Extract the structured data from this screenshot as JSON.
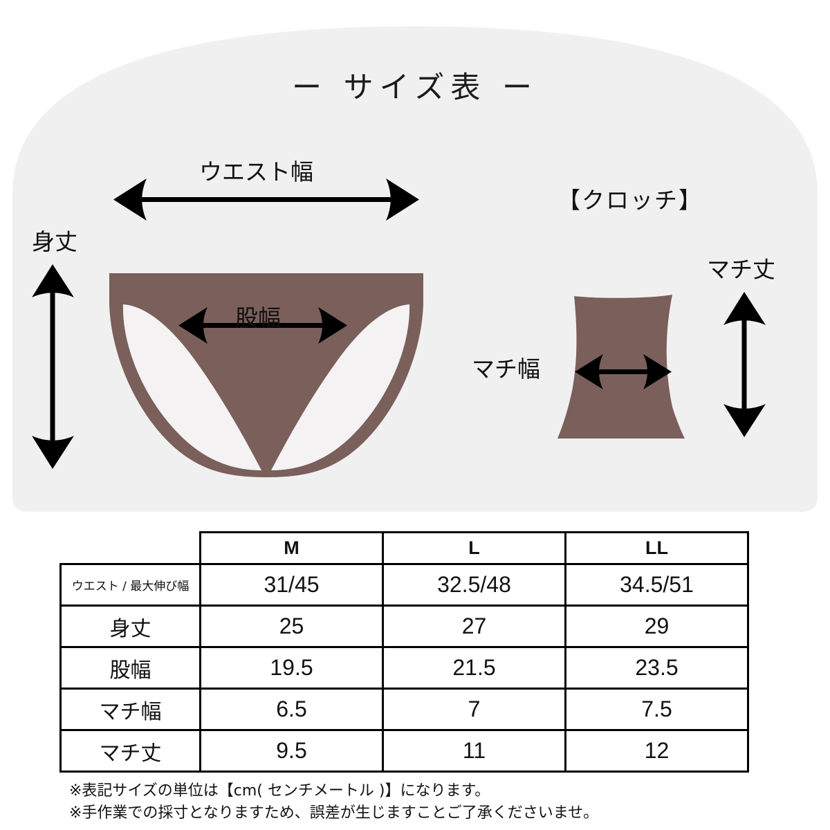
{
  "panel": {
    "title": "ー サイズ表 ー",
    "background_color": "#F0F0F0",
    "garment_color": "#7A5F5B"
  },
  "diagram": {
    "left": {
      "name": "panty-front-diagram",
      "labels": {
        "waist_width": "ウエスト幅",
        "body_length": "身丈",
        "crotch_width": "股幅"
      }
    },
    "right": {
      "name": "crotch-diagram",
      "title": "【クロッチ】",
      "labels": {
        "gusset_width": "マチ幅",
        "gusset_length": "マチ丈"
      }
    }
  },
  "table": {
    "corner_label": "",
    "columns": [
      "M",
      "L",
      "LL"
    ],
    "rows": [
      {
        "label": "ウエスト / 最大伸び幅",
        "small": true,
        "values": [
          "31/45",
          "32.5/48",
          "34.5/51"
        ]
      },
      {
        "label": "身丈",
        "small": false,
        "values": [
          "25",
          "27",
          "29"
        ]
      },
      {
        "label": "股幅",
        "small": false,
        "values": [
          "19.5",
          "21.5",
          "23.5"
        ]
      },
      {
        "label": "マチ幅",
        "small": false,
        "values": [
          "6.5",
          "7",
          "7.5"
        ]
      },
      {
        "label": "マチ丈",
        "small": false,
        "values": [
          "9.5",
          "11",
          "12"
        ]
      }
    ]
  },
  "notes": [
    "※表記サイズの単位は【cm( センチメートル )】になります。",
    "※手作業での採寸となりますため、誤差が生じますことご了承くださいませ。"
  ]
}
